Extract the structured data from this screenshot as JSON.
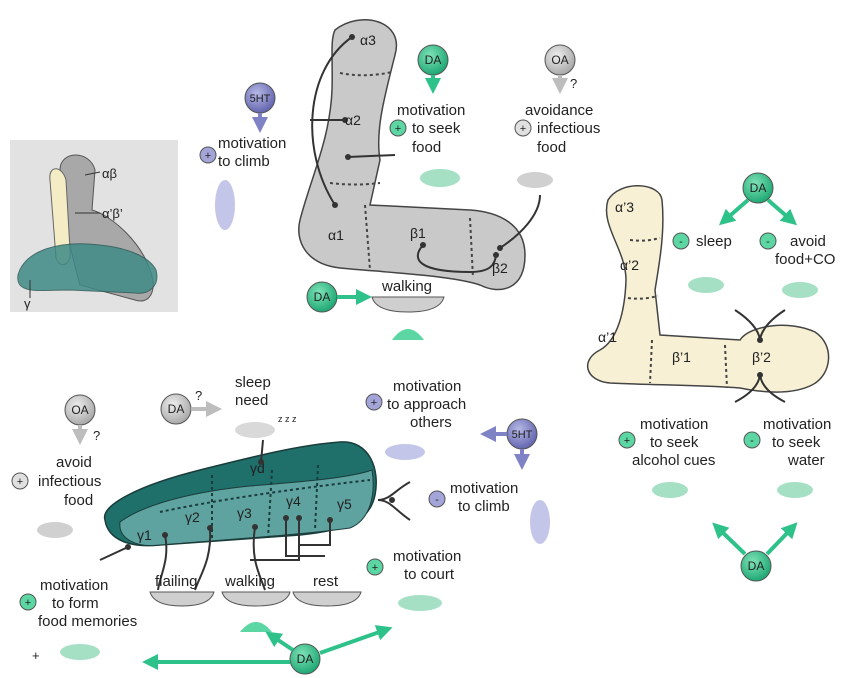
{
  "inset": {
    "labels": {
      "ab": "αβ",
      "apbp": "α’β’",
      "g": "γ"
    }
  },
  "ab_lobe": {
    "compartments": {
      "a3": "α3",
      "a2": "α2",
      "a1": "α1",
      "b1": "β1",
      "b2": "β2"
    },
    "modulators": {
      "ht": "5HT",
      "da": "DA",
      "oa": "OA",
      "da_walk": "DA"
    },
    "question": "?",
    "plus": "+",
    "texts": {
      "climb1": "motivation",
      "climb2": "to climb",
      "seek1": "motivation",
      "seek2": "to seek",
      "seek3": "food",
      "avoid1": "avoidance",
      "avoid2": "infectious",
      "avoid3": "food",
      "walking": "walking"
    }
  },
  "apbp_lobe": {
    "compartments": {
      "a3": "α’3",
      "a2": "α’2",
      "a1": "α’1",
      "b1": "β’1",
      "b2": "β’2"
    },
    "modulators": {
      "da_top": "DA",
      "da_bottom": "DA"
    },
    "minus": "-",
    "plus": "+",
    "texts": {
      "sleep": "sleep",
      "avoid1": "avoid",
      "avoid2": "food+CO",
      "alc1": "motivation",
      "alc2": "to seek",
      "alc3": "alcohol cues",
      "water1": "motivation",
      "water2": "to seek",
      "water3": "water"
    }
  },
  "g_lobe": {
    "compartments": {
      "gd": "γd",
      "g1": "γ1",
      "g2": "γ2",
      "g3": "γ3",
      "g4": "γ4",
      "g5": "γ5"
    },
    "modulators": {
      "oa": "OA",
      "da_sleep": "DA",
      "ht": "5HT",
      "da_bottom": "DA"
    },
    "question": "?",
    "plus": "+",
    "minus": "-",
    "zzz": "z z z",
    "texts": {
      "avoid1": "avoid",
      "avoid2": "infectious",
      "avoid3": "food",
      "sleep1": "sleep",
      "sleep2": "need",
      "appr1": "motivation",
      "appr2": "to approach",
      "appr3": "others",
      "climb1": "motivation",
      "climb2": "to climb",
      "court1": "motivation",
      "court2": "to court",
      "mem1": "motivation",
      "mem2": "to form",
      "mem3": "food memories",
      "flailing": "flailing",
      "walking": "walking",
      "rest": "rest"
    }
  },
  "colors": {
    "da": "#2ec28a",
    "oa": "#bdbdbd",
    "ht": "#7f82c4",
    "ab_fill": "#c9c9c9",
    "apbp_fill": "#f7f0d4",
    "g_dark": "#1f6f6a",
    "g_light": "#5fa3a0",
    "inset_bg": "#e2e2e2"
  }
}
